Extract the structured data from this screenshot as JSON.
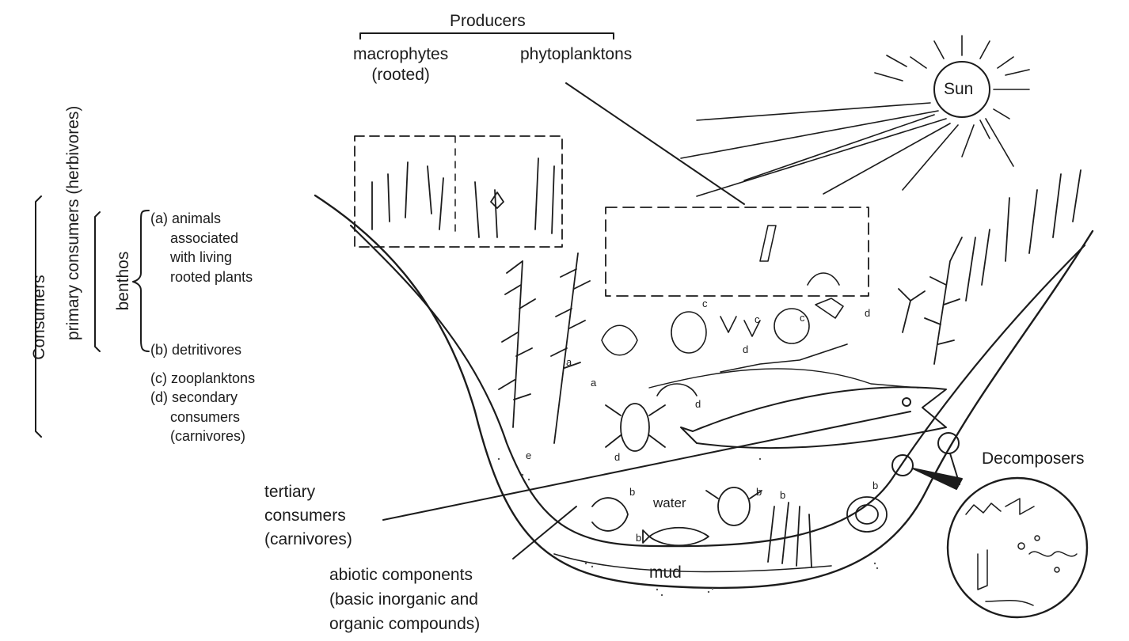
{
  "producers": {
    "title": "Producers",
    "macrophytes": "macrophytes\n(rooted)",
    "phytoplanktons": "phytoplanktons"
  },
  "sun": {
    "label": "Sun"
  },
  "consumers": {
    "title": "Consumers",
    "primary": "primary consumers\n(herbivores)",
    "benthos": "benthos",
    "items": [
      "(a) animals\n     associated\n     with living\n     rooted plants",
      "(b) detritivores",
      "(c) zooplanktons",
      "(d) secondary\n     consumers\n     (carnivores)"
    ]
  },
  "tertiary": {
    "label": "tertiary\nconsumers\n(carnivores)"
  },
  "abiotic": {
    "label": "abiotic components\n(basic inorganic and\norganic compounds)"
  },
  "decomposers": {
    "label": "Decomposers"
  },
  "pond": {
    "water": "water",
    "mud": "mud"
  },
  "organism_letters": {
    "a": "a",
    "b": "b",
    "c": "c",
    "d": "d",
    "e": "e"
  },
  "colors": {
    "ink": "#1c1c1c",
    "paper": "#ffffff",
    "stipple": "#555555"
  }
}
